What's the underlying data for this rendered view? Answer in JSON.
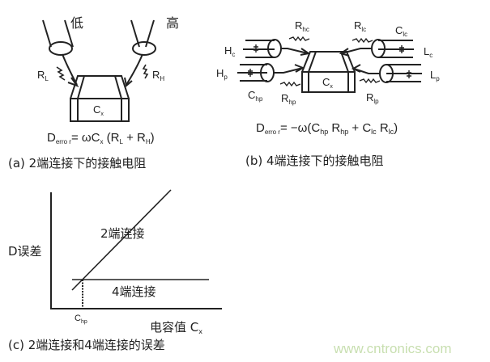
{
  "panel_a": {
    "low_label": "低",
    "high_label": "高",
    "rl_main": "R",
    "rl_sub": "L",
    "rh_main": "R",
    "rh_sub": "H",
    "cx_main": "C",
    "cx_sub": "x",
    "formula_d": "D",
    "formula_sub": "erro r",
    "formula_rest": "= ωC",
    "formula_cx_sub": "x",
    "formula_paren": " (R",
    "formula_l": "L",
    "formula_plus": " + R",
    "formula_h": "H",
    "formula_close": ")",
    "caption": "(a) 2端连接下的接触电阻"
  },
  "panel_b": {
    "hc_main": "H",
    "hc_sub": "c",
    "hp_main": "H",
    "hp_sub": "p",
    "lc_main": "L",
    "lc_sub": "c",
    "lp_main": "L",
    "lp_sub": "p",
    "rhc_main": "R",
    "rhc_sub": "hc",
    "rlc_main": "R",
    "rlc_sub": "lc",
    "clc_main": "C",
    "clc_sub": "lc",
    "chp_main": "C",
    "chp_sub": "hp",
    "rhp_main": "R",
    "rhp_sub": "hp",
    "rlp_main": "R",
    "rlp_sub": "lp",
    "cx_main": "C",
    "cx_sub": "x",
    "formula_d": "D",
    "formula_sub": "erro r",
    "formula_rest": "= −ω(C",
    "f_hp1": "hp",
    "f_r1": " R",
    "f_hp2": "hp",
    "f_plus": " + C",
    "f_lc1": "lc",
    "f_r2": " R",
    "f_lc2": "lc",
    "f_close": ")",
    "caption": "(b) 4端连接下的接触电阻"
  },
  "panel_c": {
    "y_label": "D误差",
    "x_label": "电容值 C",
    "x_label_sub": "x",
    "two_terminal": "2端连接",
    "four_terminal": "4端连接",
    "chp_main": "C",
    "chp_sub": "hp",
    "caption": "(c) 2端连接和4端连接的误差"
  },
  "watermark": "www.cntronics.com"
}
